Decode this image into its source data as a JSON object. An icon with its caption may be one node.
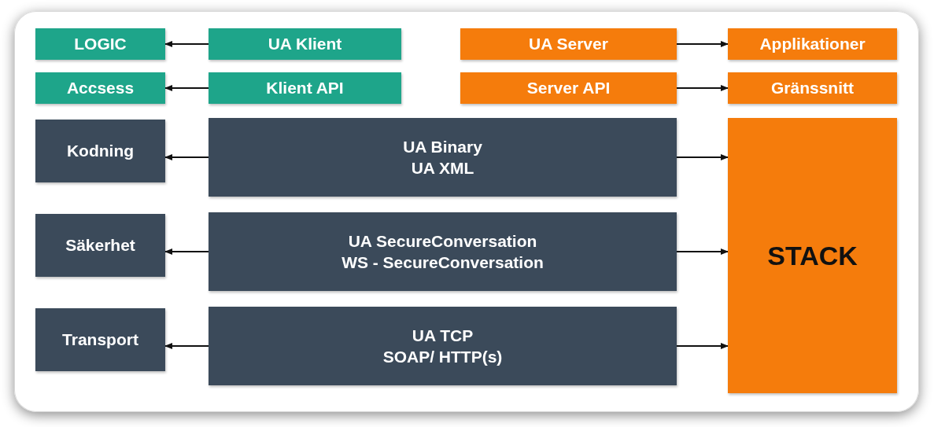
{
  "diagram": {
    "nodes": [
      {
        "text": [
          "LOGIC"
        ]
      },
      {
        "text": [
          "UA Klient"
        ]
      },
      {
        "text": [
          "UA Server"
        ]
      },
      {
        "text": [
          "Applikationer"
        ]
      },
      {
        "text": [
          "Accsess"
        ]
      },
      {
        "text": [
          "Klient API"
        ]
      },
      {
        "text": [
          "Server API"
        ]
      },
      {
        "text": [
          "Gränssnitt"
        ]
      },
      {
        "text": [
          "Kodning"
        ]
      },
      {
        "text": [
          "UA Binary",
          "UA XML"
        ]
      },
      {
        "text": [
          "STACK"
        ]
      },
      {
        "text": [
          "Säkerhet"
        ]
      },
      {
        "text": [
          "UA SecureConversation",
          "WS - SecureConversation"
        ]
      },
      {
        "text": [
          "Transport"
        ]
      },
      {
        "text": [
          "UA TCP",
          "SOAP/ HTTP(s)"
        ]
      }
    ],
    "edges": [
      {
        "from": 1,
        "to": 0,
        "arrow": "to"
      },
      {
        "from": 2,
        "to": 3,
        "arrow": "to"
      },
      {
        "from": 5,
        "to": 4,
        "arrow": "to"
      },
      {
        "from": 6,
        "to": 7,
        "arrow": "to"
      },
      {
        "from": 9,
        "to": 8,
        "arrow": "to"
      },
      {
        "from": 9,
        "to": 10,
        "arrow": "to"
      },
      {
        "from": 12,
        "to": 11,
        "arrow": "to"
      },
      {
        "from": 12,
        "to": 10,
        "arrow": "to"
      },
      {
        "from": 14,
        "to": 13,
        "arrow": "to"
      },
      {
        "from": 14,
        "to": 10,
        "arrow": "to"
      }
    ]
  }
}
